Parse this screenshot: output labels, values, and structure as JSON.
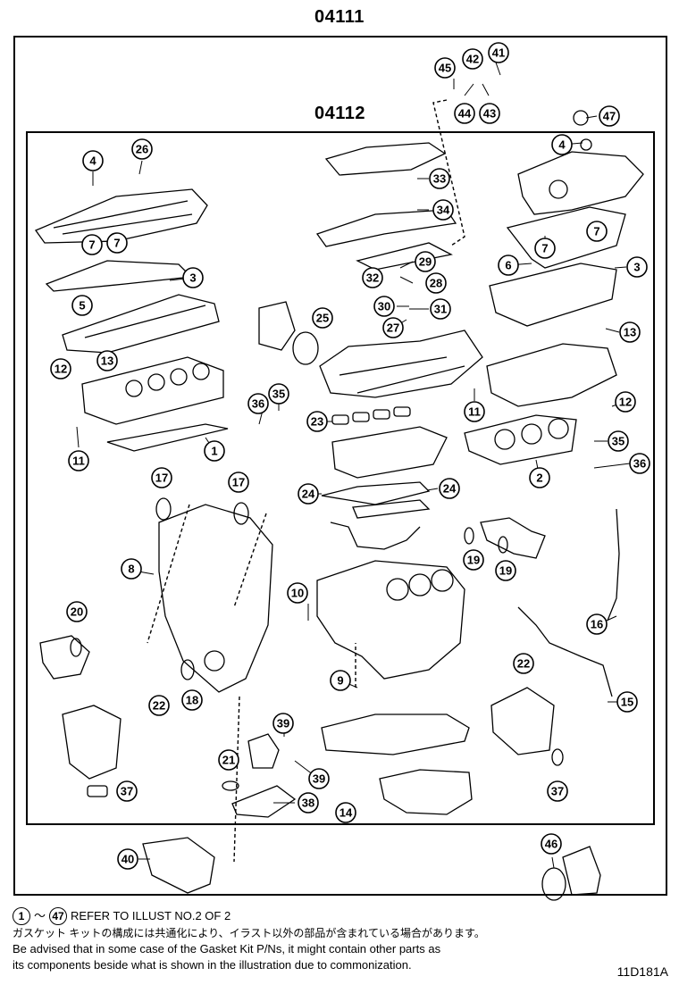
{
  "outer_kit_number": "04111",
  "inner_kit_number": "04112",
  "callouts": [
    "1",
    "2",
    "3",
    "4",
    "5",
    "6",
    "7",
    "8",
    "9",
    "10",
    "11",
    "12",
    "13",
    "14",
    "15",
    "16",
    "17",
    "18",
    "19",
    "20",
    "21",
    "22",
    "23",
    "24",
    "25",
    "26",
    "27",
    "28",
    "29",
    "30",
    "31",
    "32",
    "33",
    "34",
    "35",
    "36",
    "37",
    "38",
    "39",
    "40",
    "41",
    "42",
    "43",
    "44",
    "45",
    "46",
    "47"
  ],
  "notes": {
    "ref_from": "1",
    "ref_tilde": "～",
    "ref_to": "47",
    "ref_text": "REFER TO ILLUST NO.2 OF 2",
    "japanese": "ガスケット キットの構成には共通化により、イラスト以外の部品が含まれている場合があります。",
    "english_line1": "Be advised that in some case of the Gasket Kit P/Ns,  it might contain other parts as",
    "english_line2": "its components beside what is shown in the illustration due to commonization."
  },
  "drawing_code": "11D181A"
}
